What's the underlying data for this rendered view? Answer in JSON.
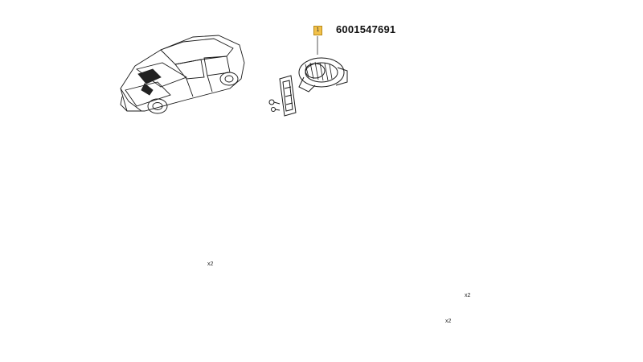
{
  "callout": {
    "index": "1",
    "part_number": "6001547691"
  },
  "quantity_labels": {
    "top_left_group": "x2",
    "right_group_upper": "x2",
    "right_group_lower": "x2"
  },
  "colors": {
    "line": "#1a1a1a",
    "dash": "#555555",
    "badge_fill": "#f2c14a",
    "highlight": "#222222"
  }
}
